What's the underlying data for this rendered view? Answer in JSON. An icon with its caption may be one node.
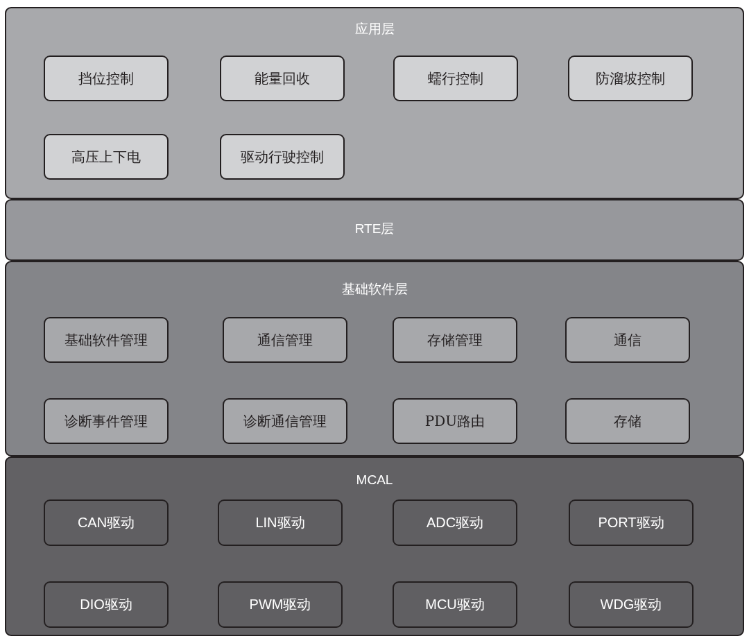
{
  "diagram": {
    "nodes": [
      {
        "text": [
          "应用层"
        ]
      },
      {
        "text": [
          "挡位控制"
        ],
        "in": 0
      },
      {
        "text": [
          "能量回收"
        ],
        "in": 0
      },
      {
        "text": [
          "蠕行控制"
        ],
        "in": 0
      },
      {
        "text": [
          "防溜坡控制"
        ],
        "in": 0
      },
      {
        "text": [
          "高压上下电"
        ],
        "in": 0
      },
      {
        "text": [
          "驱动行驶控制"
        ],
        "in": 0
      },
      {
        "text": [
          "RTE层"
        ]
      },
      {
        "text": [
          "基础软件层"
        ]
      },
      {
        "text": [
          "基础软件管理"
        ],
        "in": 8
      },
      {
        "text": [
          "通信管理"
        ],
        "in": 8
      },
      {
        "text": [
          "存储管理"
        ],
        "in": 8
      },
      {
        "text": [
          "通信"
        ],
        "in": 8
      },
      {
        "text": [
          "诊断事件管理"
        ],
        "in": 8
      },
      {
        "text": [
          "诊断通信管理"
        ],
        "in": 8
      },
      {
        "text": [
          "PDU路由"
        ],
        "in": 8
      },
      {
        "text": [
          "存储"
        ],
        "in": 8
      },
      {
        "text": [
          "MCAL"
        ]
      },
      {
        "text": [
          "CAN驱动"
        ],
        "in": 17
      },
      {
        "text": [
          "LIN驱动"
        ],
        "in": 17
      },
      {
        "text": [
          "ADC驱动"
        ],
        "in": 17
      },
      {
        "text": [
          "PORT驱动"
        ],
        "in": 17
      },
      {
        "text": [
          "DIO驱动"
        ],
        "in": 17
      },
      {
        "text": [
          "PWM驱动"
        ],
        "in": 17
      },
      {
        "text": [
          "MCU驱动"
        ],
        "in": 17
      },
      {
        "text": [
          "WDG驱动"
        ],
        "in": 17
      }
    ]
  }
}
